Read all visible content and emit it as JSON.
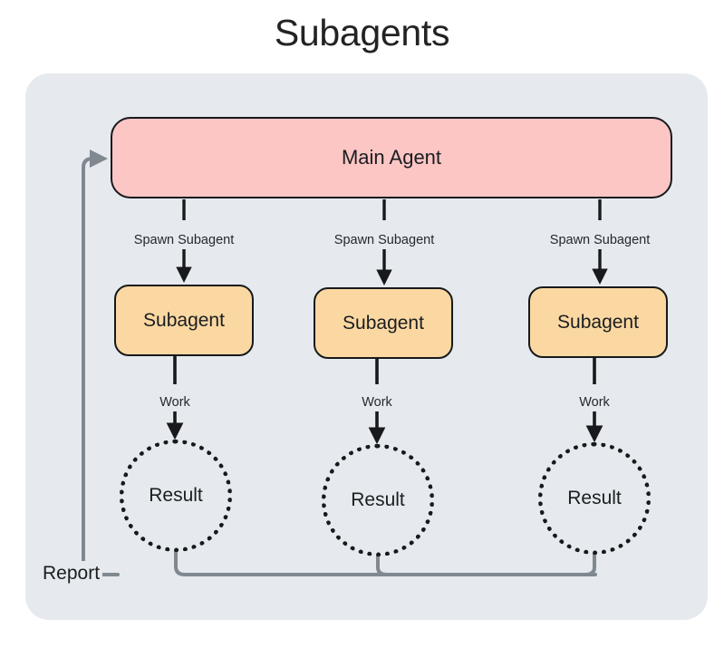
{
  "diagram": {
    "title": "Subagents",
    "panel_color": "#e6eaee",
    "page_background": "#ffffff"
  },
  "nodes": {
    "main_agent": {
      "label": "Main Agent",
      "fill": "#fcc6c4",
      "stroke": "#17191c",
      "shape": "rounded-rectangle"
    },
    "subagents": [
      {
        "label": "Subagent",
        "fill": "#fbd8a2",
        "stroke": "#17191c",
        "shape": "rounded-rectangle"
      },
      {
        "label": "Subagent",
        "fill": "#fbd8a2",
        "stroke": "#17191c",
        "shape": "rounded-rectangle"
      },
      {
        "label": "Subagent",
        "fill": "#fbd8a2",
        "stroke": "#17191c",
        "shape": "rounded-rectangle"
      }
    ],
    "results": [
      {
        "label": "Result",
        "fill": "transparent",
        "stroke": "#17191c",
        "shape": "dotted-circle"
      },
      {
        "label": "Result",
        "fill": "transparent",
        "stroke": "#17191c",
        "shape": "dotted-circle"
      },
      {
        "label": "Result",
        "fill": "transparent",
        "stroke": "#17191c",
        "shape": "dotted-circle"
      }
    ]
  },
  "edges": {
    "spawn": [
      {
        "label": "Spawn Subagent",
        "from": "main_agent",
        "to": "subagent_1",
        "color": "#17191c"
      },
      {
        "label": "Spawn Subagent",
        "from": "main_agent",
        "to": "subagent_2",
        "color": "#17191c"
      },
      {
        "label": "Spawn Subagent",
        "from": "main_agent",
        "to": "subagent_3",
        "color": "#17191c"
      }
    ],
    "work": [
      {
        "label": "Work",
        "from": "subagent_1",
        "to": "result_1",
        "color": "#17191c"
      },
      {
        "label": "Work",
        "from": "subagent_2",
        "to": "result_2",
        "color": "#17191c"
      },
      {
        "label": "Work",
        "from": "subagent_3",
        "to": "result_3",
        "color": "#17191c"
      }
    ],
    "report": {
      "label": "Report",
      "from": "results",
      "to": "main_agent",
      "color": "#808890"
    }
  }
}
